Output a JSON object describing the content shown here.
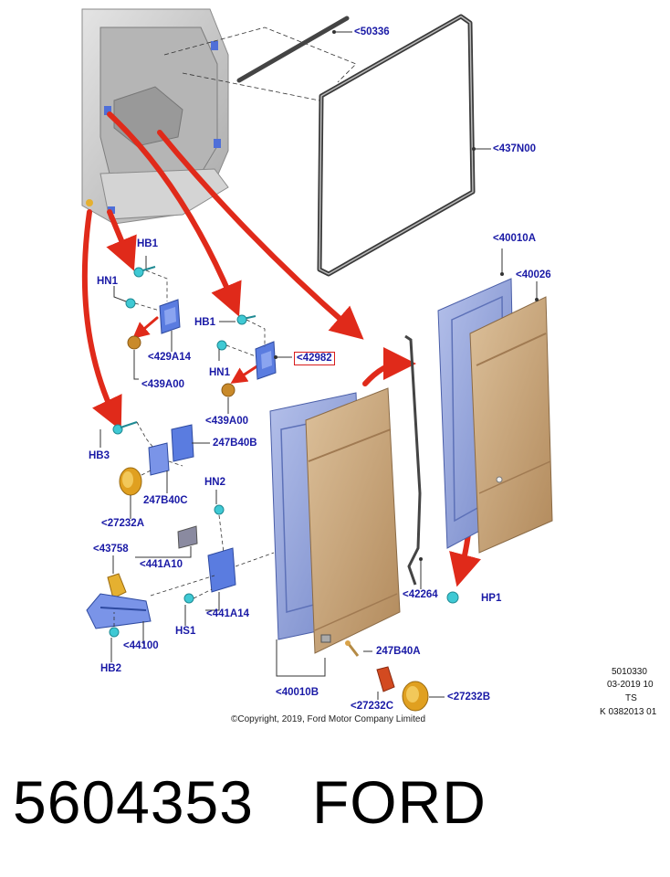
{
  "diagram": {
    "part_labels": {
      "p50336": "<50336",
      "p437n00": "<437N00",
      "p40010a": "<40010A",
      "p40026": "<40026",
      "hb1_top": "HB1",
      "hn1_top": "HN1",
      "p429a14": "<429A14",
      "p439a00_left": "<439A00",
      "hb1_mid": "HB1",
      "hn1_mid": "HN1",
      "p42982": "<42982",
      "p439a00_mid": "<439A00",
      "hb3": "HB3",
      "p247b40b": "247B40B",
      "p247b40c": "247B40C",
      "p27232a": "<27232A",
      "hn2": "HN2",
      "p43758": "<43758",
      "p441a10": "<441A10",
      "p441a14": "<441A14",
      "hs1": "HS1",
      "p44100": "<44100",
      "hb2": "HB2",
      "p42264": "<42264",
      "hp1": "HP1",
      "p247b40a": "247B40A",
      "p40010b": "<40010B",
      "p27232c": "<27232C",
      "p27232b": "<27232B"
    },
    "highlighted_part": "<42982",
    "copyright": "©Copyright, 2019, Ford Motor Company Limited",
    "reference": {
      "code": "5010330",
      "date": "03-2019 10",
      "initials": "TS",
      "sheet": "K 0382013 01"
    }
  },
  "footer": {
    "part_number": "5604353",
    "brand": "FORD"
  },
  "colors": {
    "label_text": "#1a1aa6",
    "callout_arrow": "#e02a1a",
    "highlight_box": "#d81c1c",
    "door_panel_tan": "#c8a57a",
    "door_inner_blue": "#8fa2d8",
    "van_body_grey": "#c9c9c9",
    "fastener_cyan": "#3fc9d4",
    "plug_orange": "#c98a2a",
    "lamp_amber": "#e0a020"
  },
  "icons": {
    "van-rear-body": "van-rear-body-icon",
    "door-seal": "door-seal-icon",
    "rear-door": "rear-door-icon",
    "hinge": "hinge-icon",
    "bolt": "bolt-icon",
    "plug": "plug-icon",
    "lamp": "lamp-icon",
    "check-strap": "check-strap-icon",
    "callout-arrow": "callout-arrow-icon"
  }
}
